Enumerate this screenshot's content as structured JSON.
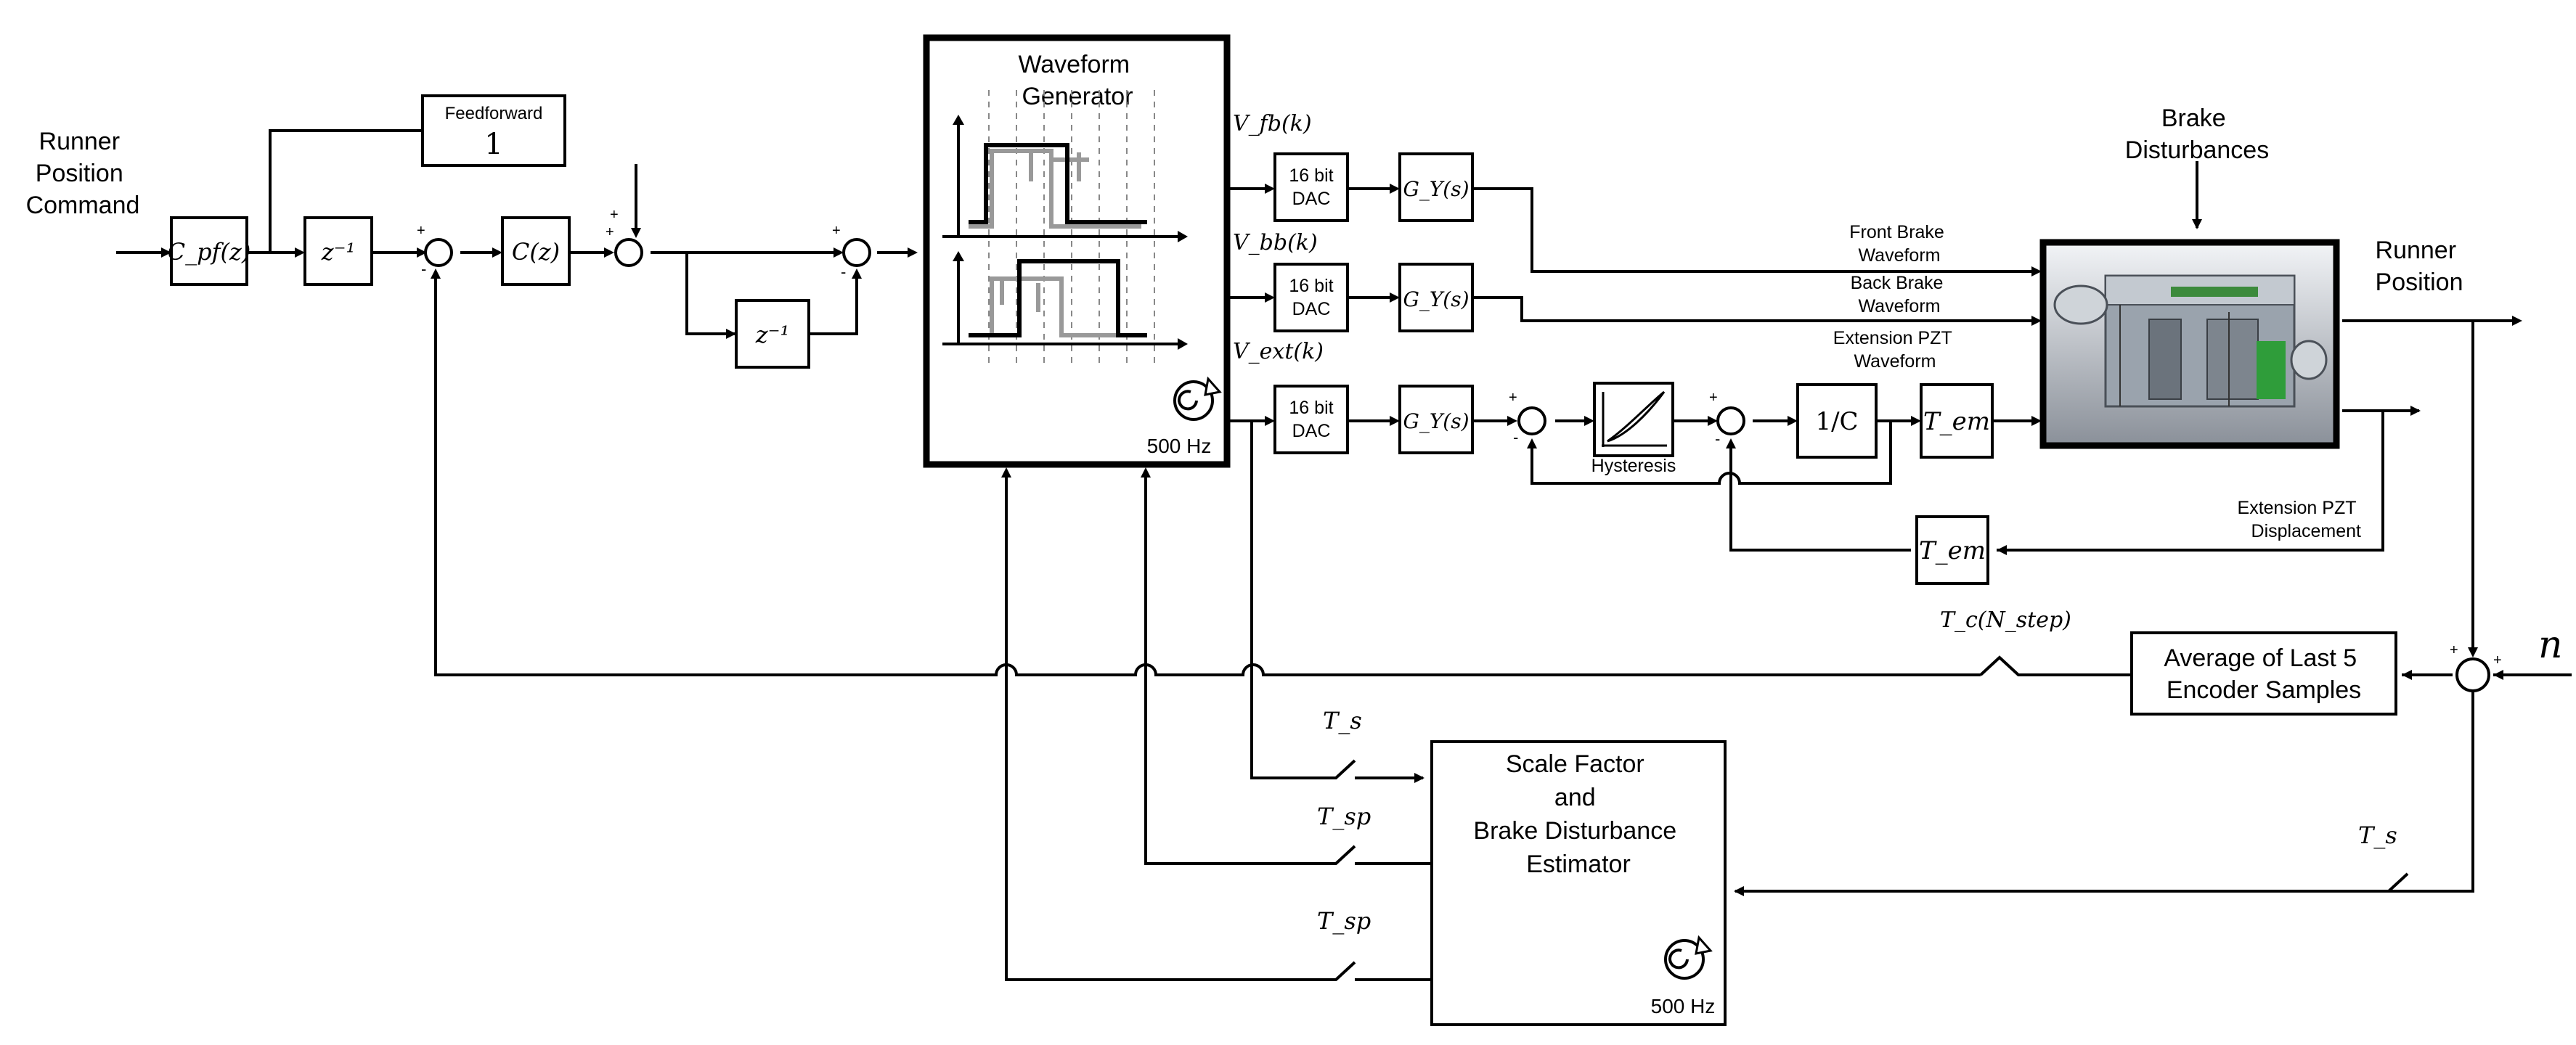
{
  "blocks": {
    "runner_cmd": [
      "Runner",
      "Position",
      "Command"
    ],
    "cpf": "C_pf(z)",
    "zinv": "z⁻¹",
    "cz": "C(z)",
    "ff_title": "Feedforward",
    "ff_value": "1",
    "zinv2": "z⁻¹",
    "wave_title": [
      "Waveform",
      "Generator"
    ],
    "rate1": "500 Hz",
    "vfb": "V_fb(k)",
    "vbb": "V_bb(k)",
    "vext": "V_ext(k)",
    "dac": [
      "16 bit",
      "DAC"
    ],
    "gy": "G_Y(s)",
    "hyst": "Hysteresis",
    "invc": "1/C",
    "tem": "T_em",
    "brake_dist": [
      "Brake",
      "Disturbances"
    ],
    "front_brake": [
      "Front Brake",
      "Waveform"
    ],
    "back_brake": [
      "Back Brake",
      "Waveform"
    ],
    "ext_pzt": [
      "Extension PZT",
      "Waveform"
    ],
    "runner_pos": [
      "Runner",
      "Position"
    ],
    "ext_disp": [
      "Extension PZT",
      "Displacement"
    ],
    "tc": "T_c(N_step)",
    "avg": [
      "Average of Last 5",
      "Encoder Samples"
    ],
    "n": "n",
    "ts": "T_s",
    "tsp": "T_sp",
    "est": [
      "Scale Factor",
      "and",
      "Brake Disturbance",
      "Estimator"
    ],
    "rate2": "500 Hz"
  },
  "signs": {
    "plus": "+",
    "minus": "-"
  },
  "icons": [
    "clock-cycle-icon",
    "hysteresis-loop-icon",
    "brake-device-render",
    "sampler-switch-icon"
  ]
}
